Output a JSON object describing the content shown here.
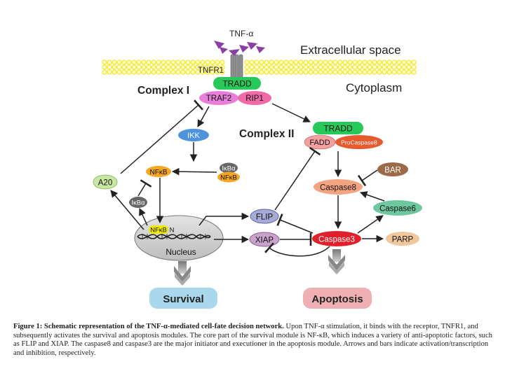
{
  "regions": {
    "extracellular": "Extracellular space",
    "cytoplasm": "Cytoplasm"
  },
  "complexes": {
    "complex1": "Complex I",
    "complex2": "Complex II"
  },
  "nodes": {
    "tnf": "TNF-α",
    "tnfr1": "TNFR1",
    "tradd1": "TRADD",
    "traf2": "TRAF2",
    "rip1": "RIP1",
    "ikk": "IKK",
    "ikba_top": "IκBα",
    "nfkb_top": "NFκB",
    "nfkb_free": "NFκB",
    "a20": "A20",
    "ikba_left": "IκBα",
    "nfkb_nuc": "NFκB",
    "nfkb_nuc_n": "N",
    "nucleus": "Nucleus",
    "flip": "FLIP",
    "xiap": "XIAP",
    "tradd2": "TRADD",
    "fadd": "FADD",
    "procaspase8": "ProCaspase8",
    "bar": "BAR",
    "caspase8": "Caspase8",
    "caspase6": "Caspase6",
    "caspase3": "Caspase3",
    "parp": "PARP"
  },
  "outcomes": {
    "survival": "Survival",
    "apoptosis": "Apoptosis"
  },
  "caption": {
    "title": "Figure 1: Schematic representation of the TNF-α-mediated cell-fate decision network.",
    "body": "Upon TNF-α stimulation, it binds with the receptor, TNFR1, and subsequently activates the survival and apoptosis modules. The core part of the survival module is NF-κB, which induces a variety of anti-apoptotic factors, such as FLIP and XIAP. The caspase8 and caspase3 are the major initiator and executioner in the apoptosis module. Arrows and bars indicate activation/transcription and inhibition, respectively."
  },
  "colors": {
    "membrane": "#f2e300",
    "tradd": "#27c95a",
    "traf2": "#e77fd9",
    "rip1": "#f06aa8",
    "ikk": "#4f93dc",
    "nfkb": "#f5a623",
    "ikba": "#666666",
    "a20": "#c7e7a2",
    "flip": "#a7aad6",
    "xiap": "#c9a2cc",
    "fadd": "#f3a0a0",
    "procaspase8": "#e65a2e",
    "bar": "#9c6a49",
    "caspase8": "#f4a381",
    "caspase6": "#6fc7a0",
    "caspase3": "#e2202b",
    "parp": "#f1c79b",
    "survival": "#a9d8ec",
    "apoptosis": "#efb0b4"
  }
}
